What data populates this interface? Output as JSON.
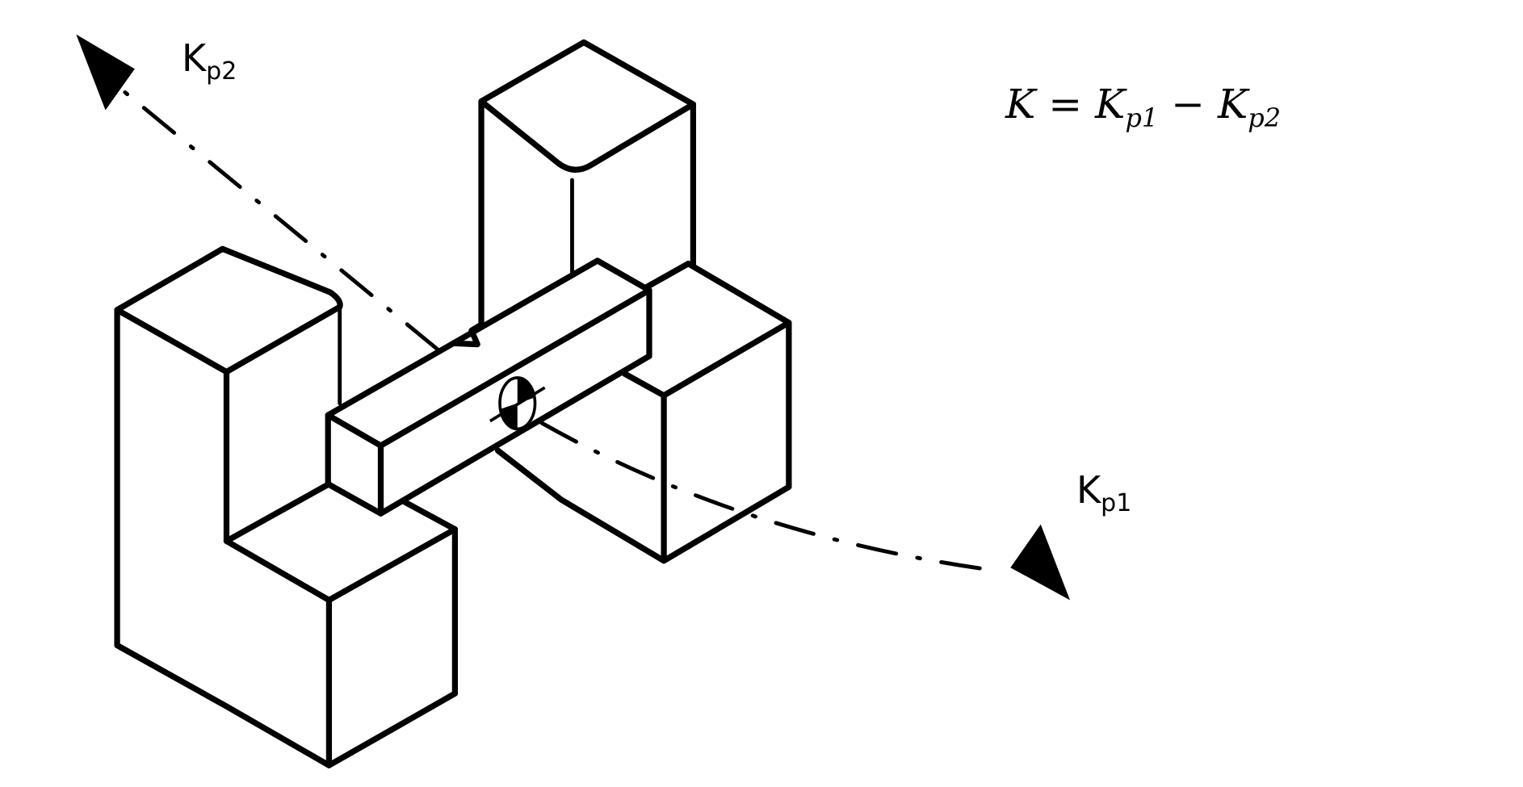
{
  "labels": {
    "kp2": {
      "main": "K",
      "sub": "p2"
    },
    "kp1": {
      "main": "K",
      "sub": "p1"
    }
  },
  "formula": {
    "lhs": "K",
    "eq": " = ",
    "t1": "K",
    "t1_sub": "p1",
    "op": " − ",
    "t2": "K",
    "t2_sub": "p2"
  },
  "colors": {
    "stroke": "#000000",
    "background": "#ffffff"
  }
}
